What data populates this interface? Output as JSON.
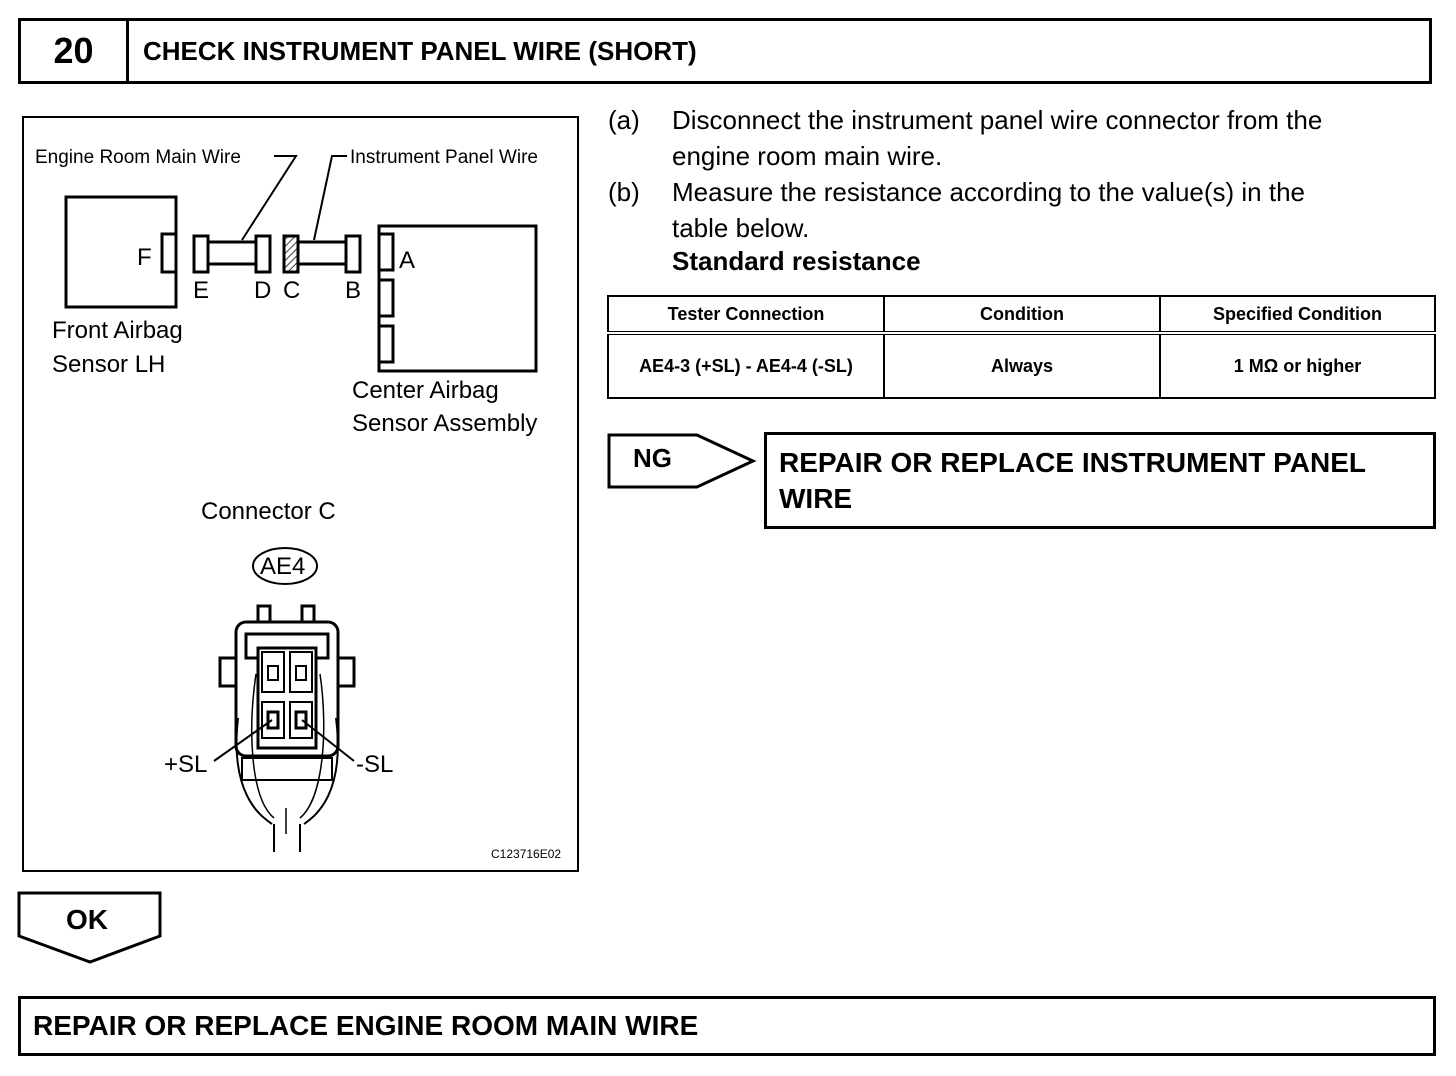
{
  "header": {
    "step_number": "20",
    "title": "CHECK INSTRUMENT PANEL WIRE (SHORT)"
  },
  "diagram": {
    "engine_room_main_wire": "Engine Room Main Wire",
    "instrument_panel_wire": "Instrument Panel Wire",
    "front_airbag_sensor_line1": "Front Airbag",
    "front_airbag_sensor_line2": "Sensor LH",
    "center_airbag_sensor_line1": "Center Airbag",
    "center_airbag_sensor_line2": "Sensor Assembly",
    "pin_f": "F",
    "pin_e": "E",
    "pin_d": "D",
    "pin_c": "C",
    "pin_b": "B",
    "pin_a": "A",
    "connector_c": "Connector C",
    "connector_code": "AE4",
    "plus_sl": "+SL",
    "minus_sl": "-SL",
    "figure_code": "C123716E02"
  },
  "instructions": [
    {
      "label": "(a)",
      "line1": "Disconnect the instrument panel wire connector from the",
      "line2": "engine room main wire."
    },
    {
      "label": "(b)",
      "line1": "Measure the resistance according to the value(s) in the",
      "line2": "table below."
    }
  ],
  "standard_title": "Standard resistance",
  "table": {
    "headers": [
      "Tester Connection",
      "Condition",
      "Specified Condition"
    ],
    "row": [
      "AE4-3 (+SL) - AE4-4 (-SL)",
      "Always",
      "1 MΩ or higher"
    ]
  },
  "ng": {
    "label": "NG",
    "action": "REPAIR OR REPLACE INSTRUMENT PANEL WIRE"
  },
  "ok": {
    "label": "OK",
    "action": "REPAIR OR REPLACE ENGINE ROOM MAIN WIRE"
  }
}
